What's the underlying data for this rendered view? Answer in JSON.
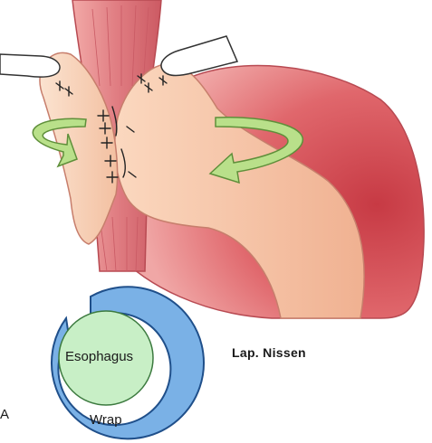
{
  "figure": {
    "procedure_label": "Lap. Nissen",
    "panel_letter": "A",
    "cross_section": {
      "inner_label": "Esophagus",
      "outer_label": "Wrap"
    }
  },
  "colors": {
    "stomach": "#e0676c",
    "fundus_wrap": "#f6c6a8",
    "esophagus": "#e2878a",
    "arrow": "#b9e08a",
    "wrap_ring": "#7ab1e6",
    "esophagus_disc": "#c8efc6",
    "retractor": "#ffffff"
  },
  "icons": [
    "green-rotation-arrow-icon",
    "suture-stitch-icon"
  ]
}
